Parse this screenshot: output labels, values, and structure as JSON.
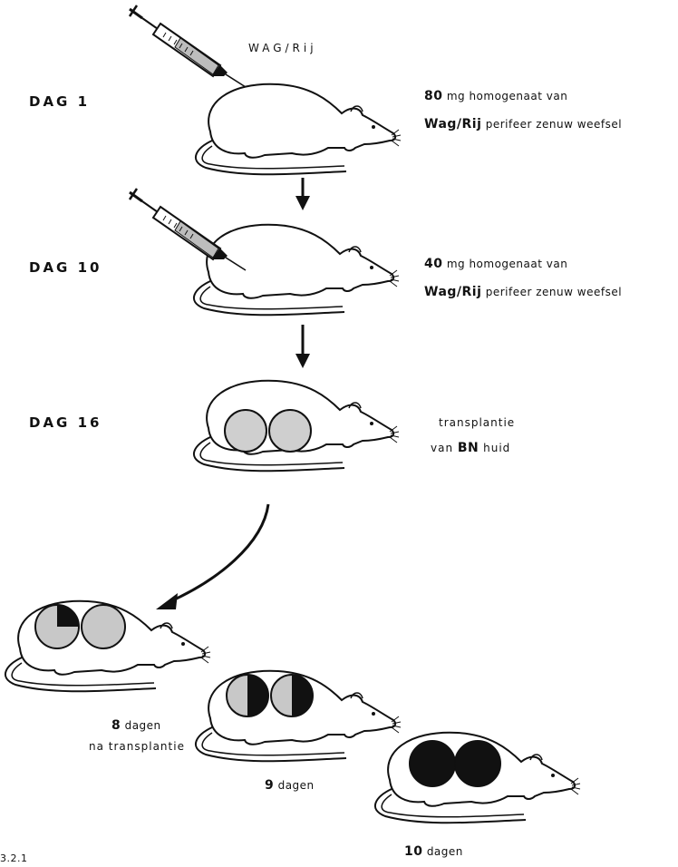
{
  "colors": {
    "ink": "#111111",
    "graft": "#c8c8c8",
    "rejected": "#111111",
    "paper": "#ffffff"
  },
  "strain_label": "WAG/Rij",
  "steps": [
    {
      "day": "DAG 1",
      "dose": "80",
      "dose_unit": "mg",
      "dose_text": "homogenaat van",
      "strain": "Wag/Rij",
      "tissue": "perifeer zenuw weefsel"
    },
    {
      "day": "DAG 10",
      "dose": "40",
      "dose_unit": "mg",
      "dose_text": "homogenaat van",
      "strain": "Wag/Rij",
      "tissue": "perifeer zenuw weefsel"
    },
    {
      "day": "DAG 16",
      "line1": "transplantie",
      "line2_pre": "van",
      "donor": "BN",
      "line2_post": "huid"
    }
  ],
  "outcomes": [
    {
      "days": "8",
      "unit": "dagen",
      "sub": "na transplantie",
      "rejected_fraction": 0.25
    },
    {
      "days": "9",
      "unit": "dagen",
      "rejected_fraction": 0.5
    },
    {
      "days": "10",
      "unit": "dagen",
      "rejected_fraction": 1.0
    }
  ],
  "figure_number": "3.2.1"
}
